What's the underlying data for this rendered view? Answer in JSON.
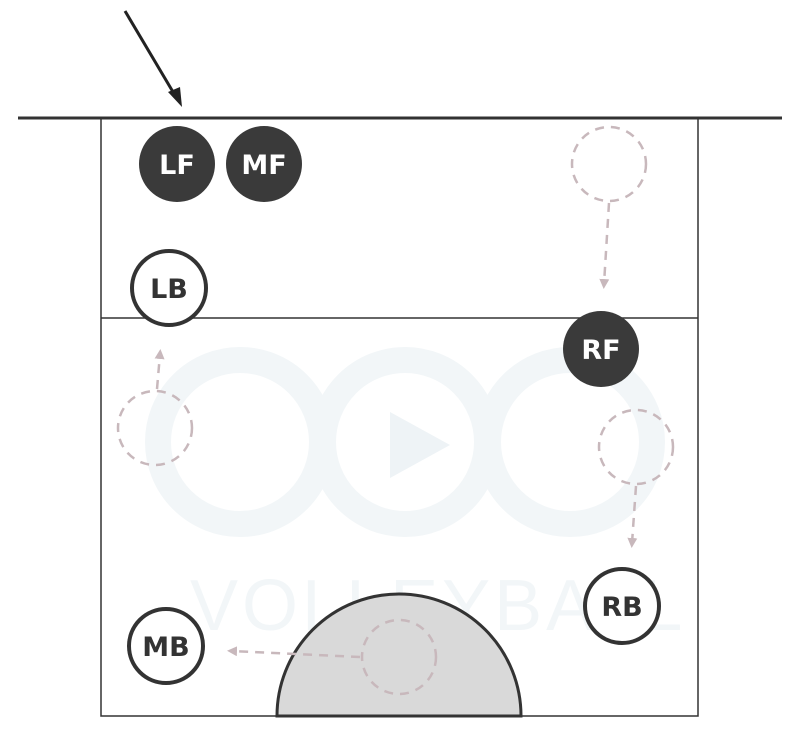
{
  "diagram": {
    "colors": {
      "line": "#333333",
      "filled_player": "#3a3a3a",
      "filled_text": "#ffffff",
      "open_player_fill": "#ffffff",
      "open_text": "#333333",
      "ghost": "#c8b8bc",
      "attack_zone_fill": "#d9d9d9",
      "watermark": "#f2f6f8"
    },
    "players": {
      "lf": "LF",
      "mf": "MF",
      "rf": "RF",
      "lb": "LB",
      "mb": "MB",
      "rb": "RB"
    },
    "watermark": {
      "text": "VOLLEYBALL"
    },
    "icons": [
      "arrow-icon",
      "play-icon"
    ]
  }
}
